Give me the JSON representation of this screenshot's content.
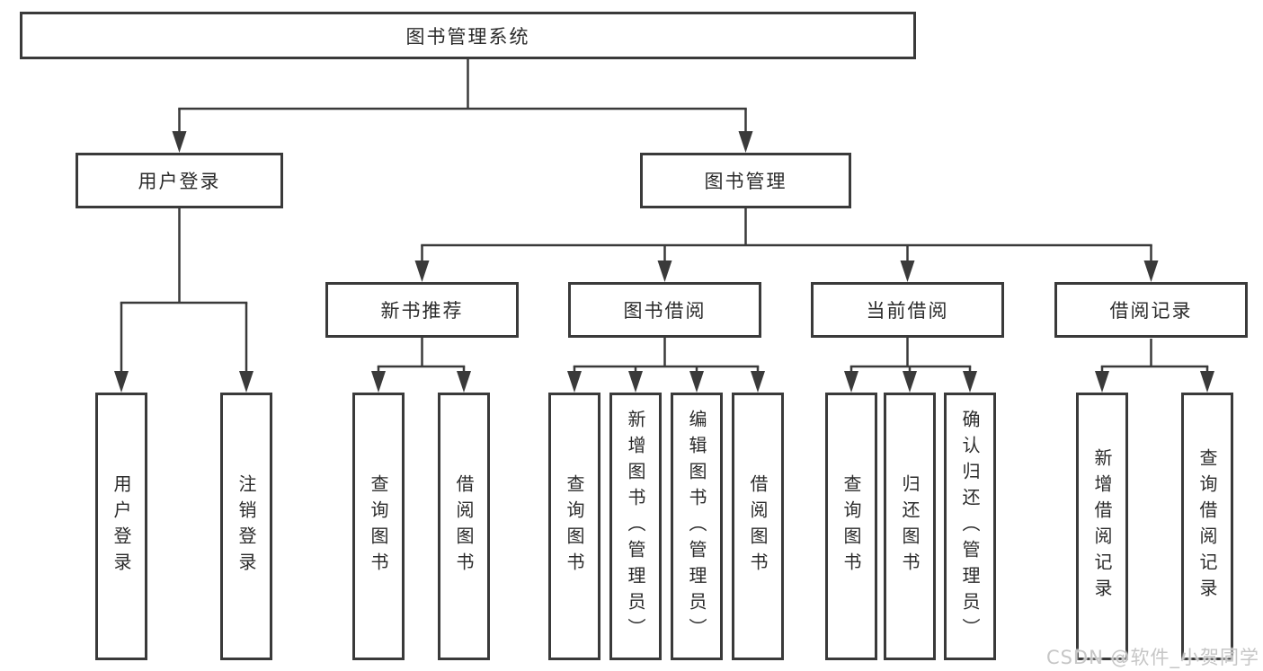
{
  "tree": {
    "label": "图书管理系统",
    "children": [
      {
        "label": "用户登录",
        "children": [
          {
            "label": "用户登录"
          },
          {
            "label": "注销登录"
          }
        ]
      },
      {
        "label": "图书管理",
        "children": [
          {
            "label": "新书推荐",
            "children": [
              {
                "label": "查询图书"
              },
              {
                "label": "借阅图书"
              }
            ]
          },
          {
            "label": "图书借阅",
            "children": [
              {
                "label": "查询图书"
              },
              {
                "label": "新增图书（管理员）"
              },
              {
                "label": "编辑图书（管理员）"
              },
              {
                "label": "借阅图书"
              }
            ]
          },
          {
            "label": "当前借阅",
            "children": [
              {
                "label": "查询图书"
              },
              {
                "label": "归还图书"
              },
              {
                "label": "确认归还（管理员）"
              }
            ]
          },
          {
            "label": "借阅记录",
            "children": [
              {
                "label": "新增借阅记录"
              },
              {
                "label": "查询借阅记录"
              }
            ]
          }
        ]
      }
    ]
  },
  "watermark": "CSDN @软件_小贺同学",
  "colors": {
    "line": "#3a3a3a",
    "text": "#2b2b2b",
    "background": "#ffffff",
    "watermark": "#c6c6c6"
  }
}
